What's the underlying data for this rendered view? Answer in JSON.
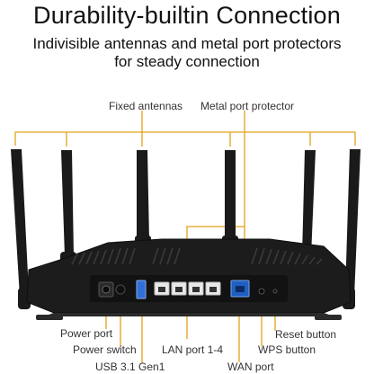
{
  "header": {
    "title": "Durability-builtin Connection",
    "subtitle_line1": "Indivisible antennas and metal port protectors",
    "subtitle_line2": "for steady connection"
  },
  "callouts": {
    "fixed_antennas": "Fixed antennas",
    "metal_port_protector": "Metal port protector",
    "power_port": "Power port",
    "power_switch": "Power switch",
    "usb": "USB 3.1 Gen1",
    "lan_ports": "LAN port 1-4",
    "wan_port": "WAN port",
    "wps_button": "WPS button",
    "reset_button": "Reset button"
  },
  "colors": {
    "leader_line": "#e3a21a",
    "router_body": "#1c1c1c",
    "usb_blue": "#2f6fd6",
    "wan_blue": "#1f5fc4"
  }
}
